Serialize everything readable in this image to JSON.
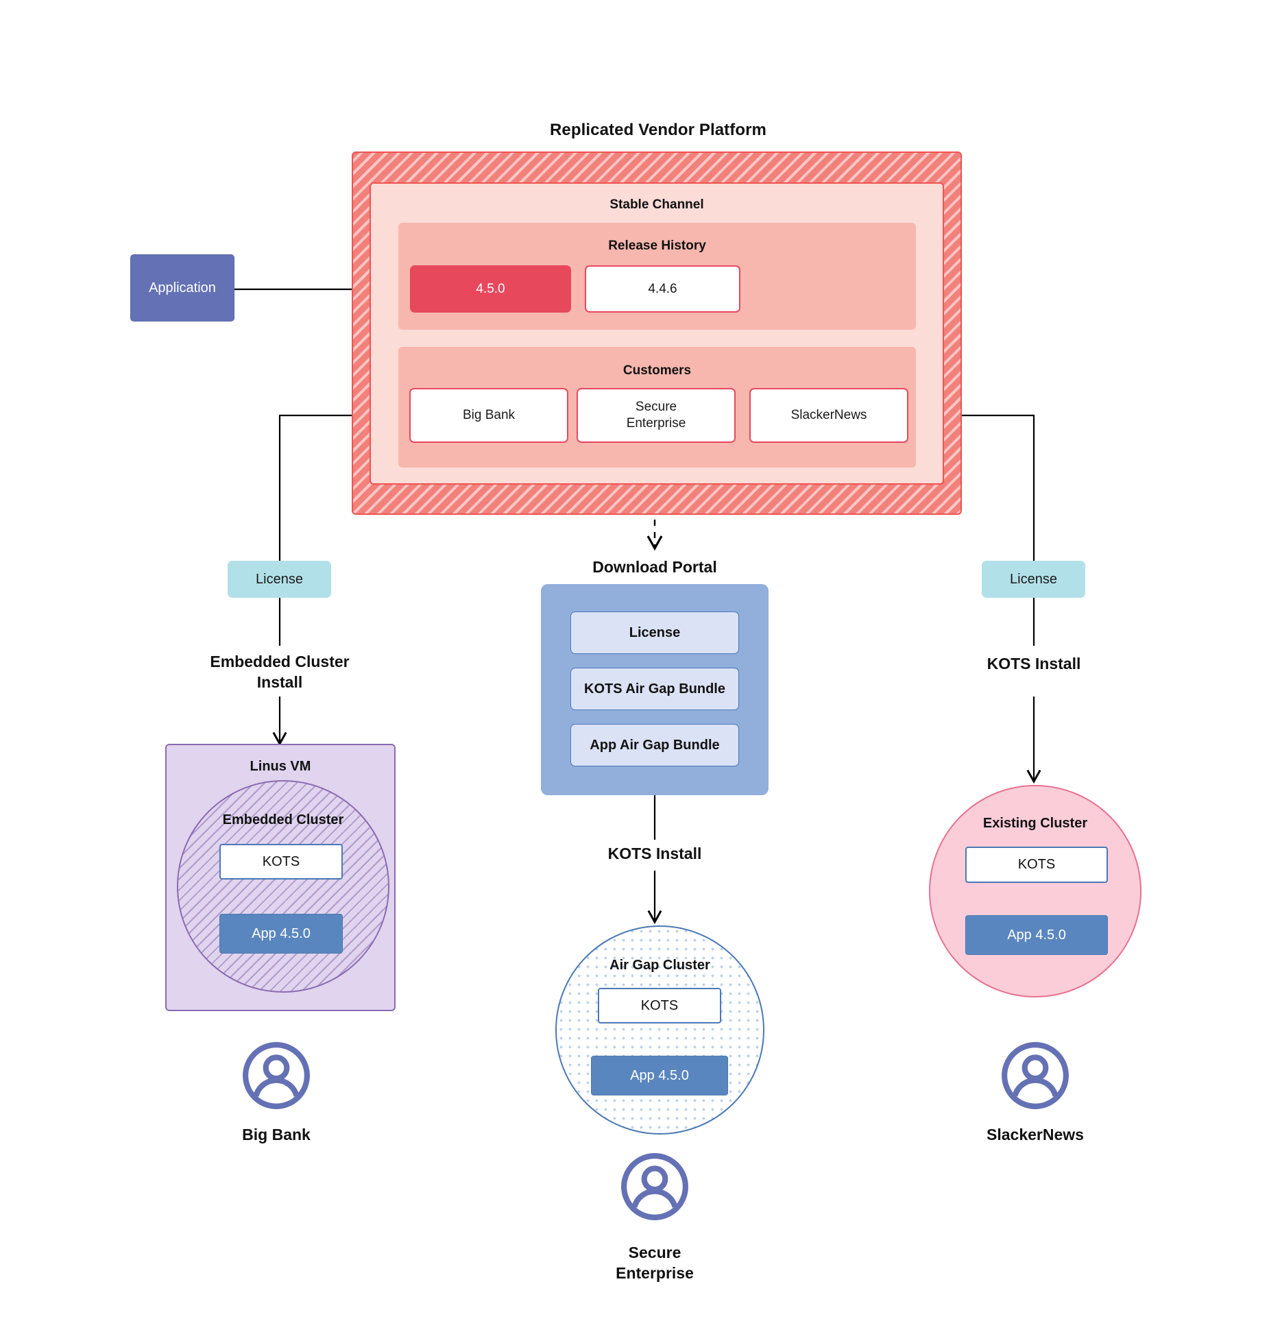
{
  "diagram": {
    "title": "Replicated Vendor Platform",
    "source_node": {
      "label": "Application"
    },
    "channel": {
      "label": "Stable Channel"
    },
    "release_history": {
      "label": "Release History",
      "releases": [
        {
          "version": "4.5.0",
          "state": "current"
        },
        {
          "version": "4.4.6",
          "state": "previous"
        }
      ]
    },
    "customers": {
      "label": "Customers",
      "items": [
        {
          "name": "Big Bank"
        },
        {
          "name": "Secure\nEnterprise"
        },
        {
          "name": "SlackerNews"
        }
      ]
    },
    "download_portal": {
      "label": "Download  Portal",
      "items": [
        {
          "label": "License"
        },
        {
          "label": "KOTS Air Gap Bundle"
        },
        {
          "label": "App Air Gap Bundle"
        }
      ]
    },
    "branches": {
      "left": {
        "license_label": "License",
        "install_label": "Embedded Cluster\nInstall",
        "host_label": "Linus VM",
        "cluster_label": "Embedded Cluster",
        "kots_label": "KOTS",
        "app_label": "App 4.5.0",
        "persona": "Big Bank"
      },
      "middle": {
        "install_label": "KOTS Install",
        "cluster_label": "Air Gap Cluster",
        "kots_label": "KOTS",
        "app_label": "App 4.5.0",
        "persona": "Secure\nEnterprise"
      },
      "right": {
        "license_label": "License",
        "install_label": "KOTS Install",
        "cluster_label": "Existing Cluster",
        "kots_label": "KOTS",
        "app_label": "App 4.5.0",
        "persona": "SlackerNews"
      }
    },
    "icons": {
      "avatar": "user-avatar-icon"
    },
    "colors": {
      "platform_hatch": "#f2807b",
      "platform_border": "#ef5350",
      "channel_fill": "#fbdcd7",
      "subsection_fill": "#f7b7ae",
      "release_current": "#e8485c",
      "application_fill": "#6471b4",
      "license_fill": "#b2e0e8",
      "portal_fill": "#92aedb",
      "portal_item_fill": "#dbe2f5",
      "vm_fill": "#e0d4ee",
      "vm_border": "#8a6bb1",
      "existing_cluster_fill": "#fbcdd8",
      "existing_cluster_border": "#e8708f",
      "app_node_fill": "#5a86bf",
      "kots_border": "#4a78b5",
      "avatar_color": "#6471b4",
      "connector": "#000000"
    }
  }
}
